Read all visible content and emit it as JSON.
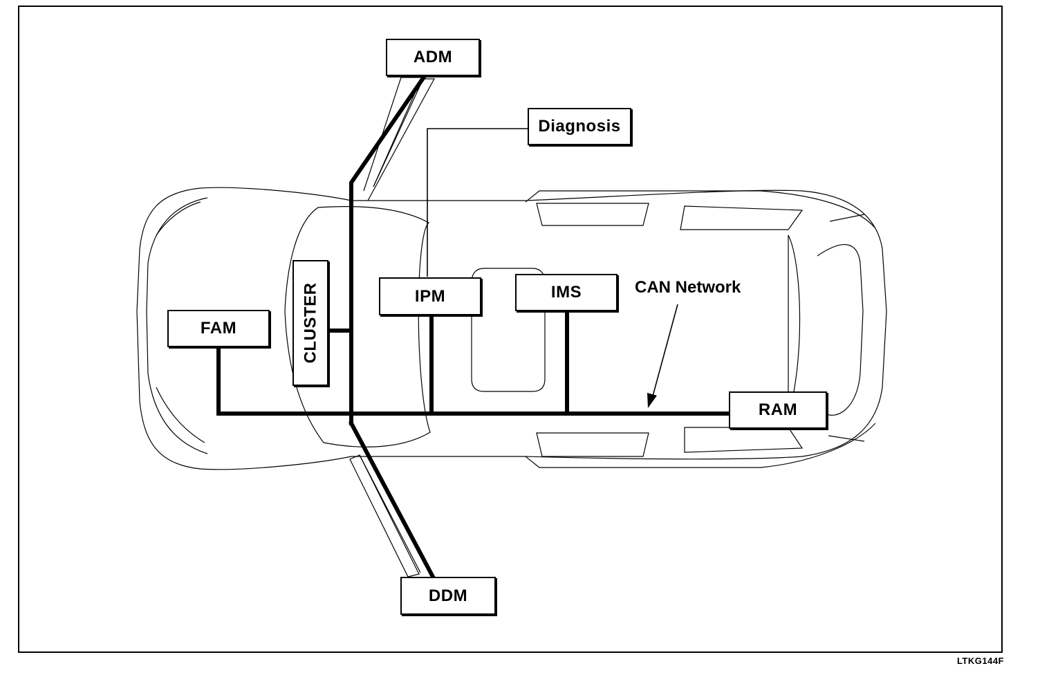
{
  "modules": {
    "adm": "ADM",
    "diagnosis": "Diagnosis",
    "cluster": "CLUSTER",
    "ipm": "IPM",
    "ims": "IMS",
    "fam": "FAM",
    "ram": "RAM",
    "ddm": "DDM"
  },
  "annotations": {
    "can_network": "CAN Network"
  },
  "figure_code": "LTKG144F",
  "colors": {
    "line": "#000000",
    "background": "#ffffff"
  }
}
